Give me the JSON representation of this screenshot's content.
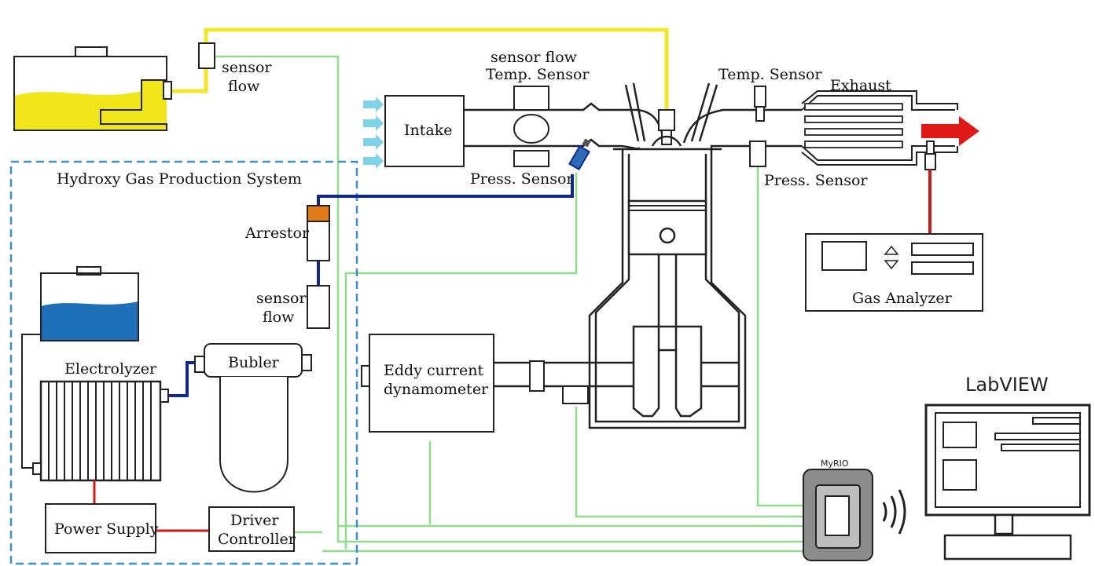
{
  "labels": {
    "sensor_flow_top": [
      "sensor",
      "flow"
    ],
    "sensor_flow_intake": "sensor flow",
    "temp_sensor_intake": "Temp. Sensor",
    "temp_sensor_exhaust": "Temp. Sensor",
    "exhaust": "Exhaust",
    "intake": "Intake",
    "press_sensor_intake": "Press. Sensor",
    "press_sensor_exhaust": "Press. Sensor",
    "hgps": "Hydroxy Gas Production System",
    "arrestor": "Arrestor",
    "sensor_flow_hydroxy": [
      "sensor",
      "flow"
    ],
    "electrolyzer": "Electrolyzer",
    "bubler": "Bubler",
    "eddy": [
      "Eddy current",
      "dynamometer"
    ],
    "gas_analyzer": "Gas Analyzer",
    "labview": "LabVIEW",
    "myrio": "MyRIO",
    "power_supply": "Power Supply",
    "driver_controller": [
      "Driver",
      "Controller"
    ]
  },
  "colors": {
    "fuel_line": "#f2e62a",
    "signal_wire": "#8fdc8a",
    "hydroxy_line": "#12288c",
    "power_line": "#c81c1c",
    "exhaust_arrow": "#e01818",
    "fuel": "#f0e61a",
    "water": "#1d6fb8",
    "dashed_border": "#3a8fd0",
    "arrestor_cap": "#e07a1a",
    "myrio_body": "#8c8c8c",
    "intake_arrows": "#7fd3e8"
  }
}
